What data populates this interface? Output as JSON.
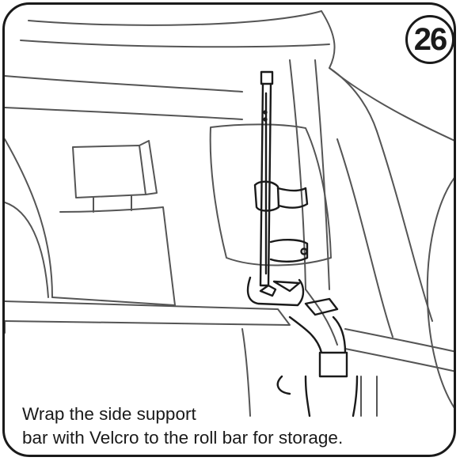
{
  "step": {
    "number": "26"
  },
  "caption": {
    "line1": "Wrap the side support",
    "line2": "bar with Velcro to the roll bar for storage."
  },
  "colors": {
    "stroke": "#1a1a1a",
    "line": "#555555",
    "background": "#ffffff"
  }
}
